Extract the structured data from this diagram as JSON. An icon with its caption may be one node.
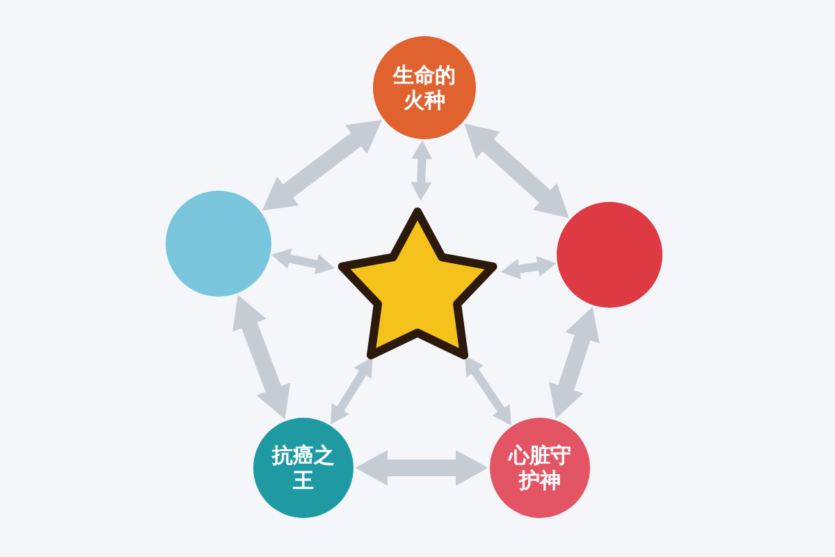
{
  "diagram": {
    "nodes": [
      {
        "text": [
          "生命的火种"
        ]
      },
      {
        "text": [],
        "shape": "circle"
      },
      {
        "text": [],
        "shape": "star"
      },
      {
        "text": [],
        "shape": "circle"
      },
      {
        "text": [
          "抗癌之王"
        ]
      },
      {
        "text": [
          "心脏守护神"
        ]
      }
    ],
    "edges": [
      {
        "from": 0,
        "to": 1,
        "arrow": "both",
        "style": "thick"
      },
      {
        "from": 0,
        "to": 3,
        "arrow": "both",
        "style": "thick"
      },
      {
        "from": 1,
        "to": 4,
        "arrow": "both",
        "style": "thick"
      },
      {
        "from": 3,
        "to": 5,
        "arrow": "both",
        "style": "thick"
      },
      {
        "from": 4,
        "to": 5,
        "arrow": "both",
        "style": "thick"
      },
      {
        "from": 2,
        "to": 0,
        "arrow": "both"
      },
      {
        "from": 2,
        "to": 1,
        "arrow": "both"
      },
      {
        "from": 2,
        "to": 3,
        "arrow": "both"
      },
      {
        "from": 2,
        "to": 4,
        "arrow": "both"
      },
      {
        "from": 2,
        "to": 5,
        "arrow": "both"
      }
    ]
  }
}
